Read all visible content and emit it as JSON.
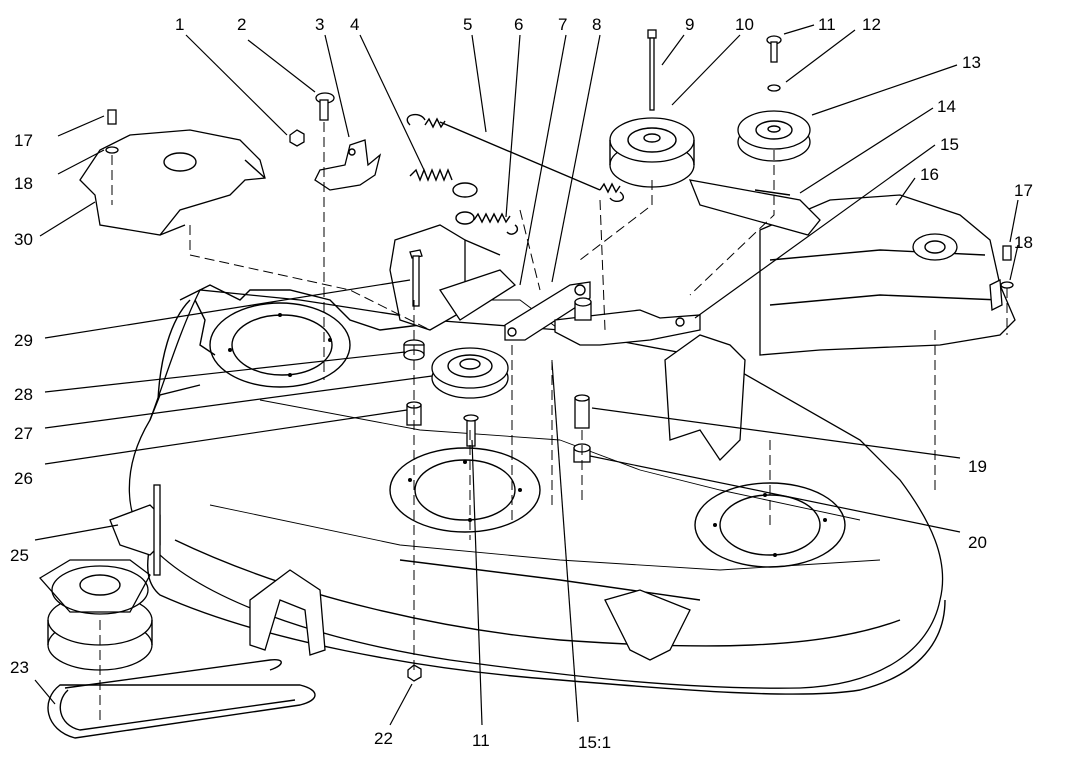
{
  "diagram": {
    "callouts": {
      "c1": "1",
      "c2": "2",
      "c3": "3",
      "c4": "4",
      "c5": "5",
      "c6": "6",
      "c7": "7",
      "c8": "8",
      "c9": "9",
      "c10": "10",
      "c11_top": "11",
      "c12": "12",
      "c13": "13",
      "c14": "14",
      "c15": "15",
      "c16": "16",
      "c17_left": "17",
      "c17_right": "17",
      "c18_left": "18",
      "c18_right": "18",
      "c19": "19",
      "c20": "20",
      "c22": "22",
      "c23": "23",
      "c25": "25",
      "c26": "26",
      "c27": "27",
      "c28": "28",
      "c29": "29",
      "c30": "30",
      "c11_bottom": "11",
      "c15_1": "15:1"
    }
  }
}
